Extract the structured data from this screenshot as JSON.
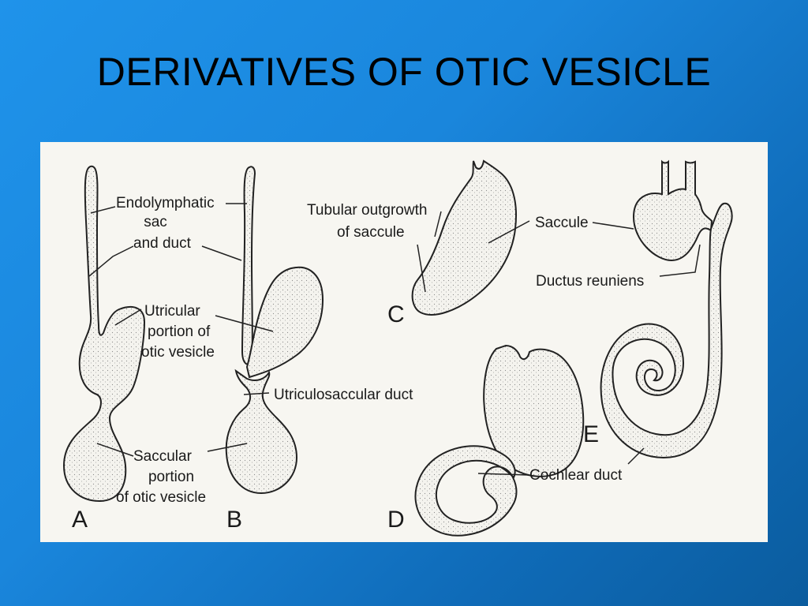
{
  "slide": {
    "title": "DERIVATIVES OF OTIC VESICLE",
    "background_color": "#1a86dc",
    "panel_color": "#f7f6f1"
  },
  "figure": {
    "stage_letters": {
      "a": "A",
      "b": "B",
      "c": "C",
      "d": "D",
      "e": "E"
    },
    "labels": {
      "endolymphatic": [
        "Endolymphatic",
        "sac",
        "and duct"
      ],
      "utricular": [
        "Utricular",
        "portion of",
        "otic vesicle"
      ],
      "saccular": [
        "Saccular",
        "portion",
        "of otic vesicle"
      ],
      "utriculosaccular": "Utriculosaccular duct",
      "tubular": [
        "Tubular outgrowth",
        "of saccule"
      ],
      "saccule": "Saccule",
      "ductus_reuniens": "Ductus reuniens",
      "cochlear_duct": "Cochlear duct"
    }
  }
}
